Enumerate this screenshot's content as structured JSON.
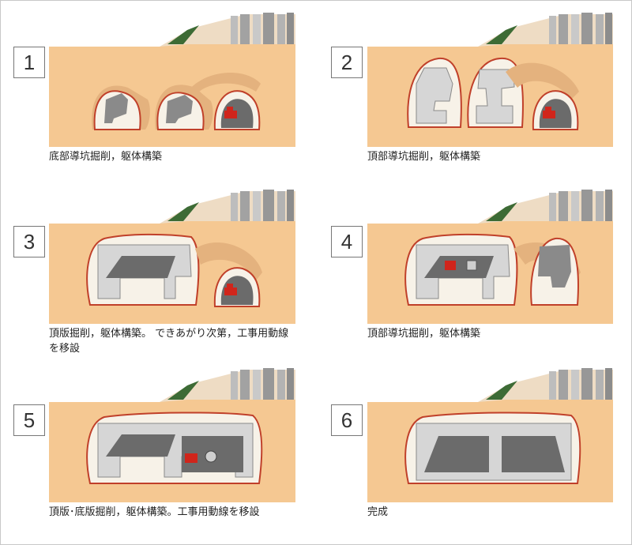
{
  "colors": {
    "ground": "#f5c892",
    "ground_shade": "#e8b27a",
    "sky_hill": "#eedcc4",
    "grass": "#3d6b35",
    "concrete": "#d6d6d6",
    "concrete_dark": "#8a8a8a",
    "tunnel_rim": "#c0402a",
    "void": "#555555",
    "lining": "#f7f2e8",
    "truck": "#d0251b"
  },
  "steps": [
    {
      "number": "1",
      "caption": "底部導坑掘削，躯体構築"
    },
    {
      "number": "2",
      "caption": "頂部導坑掘削，躯体構築"
    },
    {
      "number": "3",
      "caption": "頂版掘削，躯体構築。 できあがり次第，工事用動線\nを移設"
    },
    {
      "number": "4",
      "caption": "頂部導坑掘削，躯体構築"
    },
    {
      "number": "5",
      "caption": "頂版･底版掘削，躯体構築。工事用動線を移設"
    },
    {
      "number": "6",
      "caption": "完成"
    }
  ]
}
